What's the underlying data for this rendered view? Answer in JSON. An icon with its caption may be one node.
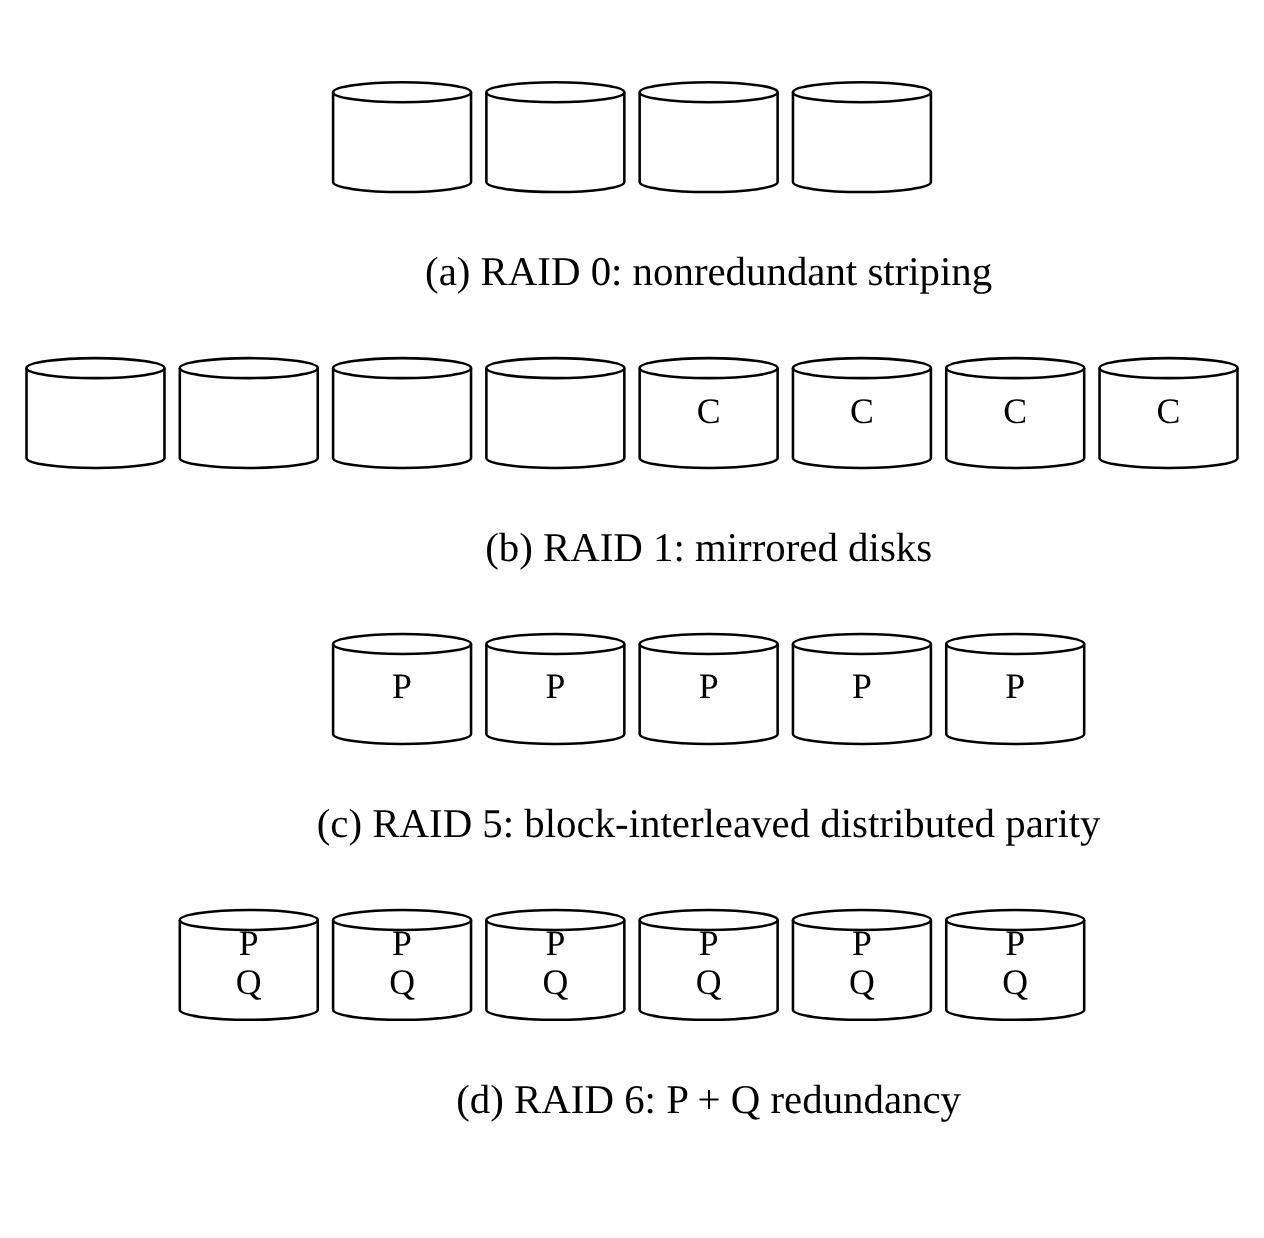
{
  "diagram": {
    "nodes": [
      {
        "text": [],
        "shape": "cylinder"
      },
      {
        "text": [],
        "shape": "cylinder"
      },
      {
        "text": [],
        "shape": "cylinder"
      },
      {
        "text": [],
        "shape": "cylinder"
      },
      {
        "text": [],
        "shape": "cylinder"
      },
      {
        "text": [],
        "shape": "cylinder"
      },
      {
        "text": [],
        "shape": "cylinder"
      },
      {
        "text": [],
        "shape": "cylinder"
      },
      {
        "text": [
          "C"
        ]
      },
      {
        "text": [
          "C"
        ]
      },
      {
        "text": [
          "C"
        ]
      },
      {
        "text": [
          "C"
        ]
      },
      {
        "text": [
          "P"
        ]
      },
      {
        "text": [
          "P"
        ]
      },
      {
        "text": [
          "P"
        ]
      },
      {
        "text": [
          "P"
        ]
      },
      {
        "text": [
          "P"
        ]
      },
      {
        "text": [
          "P",
          "Q"
        ]
      },
      {
        "text": [
          "P",
          "Q"
        ]
      },
      {
        "text": [
          "P",
          "Q"
        ]
      },
      {
        "text": [
          "P",
          "Q"
        ]
      },
      {
        "text": [
          "P",
          "Q"
        ]
      },
      {
        "text": [
          "P",
          "Q"
        ]
      }
    ],
    "edges": [],
    "labels": [
      "(a) RAID 0: nonredundant striping",
      "(b) RAID 1: mirrored disks",
      "(c) RAID 5: block-interleaved distributed parity",
      "(d) RAID 6: P + Q redundancy"
    ]
  }
}
